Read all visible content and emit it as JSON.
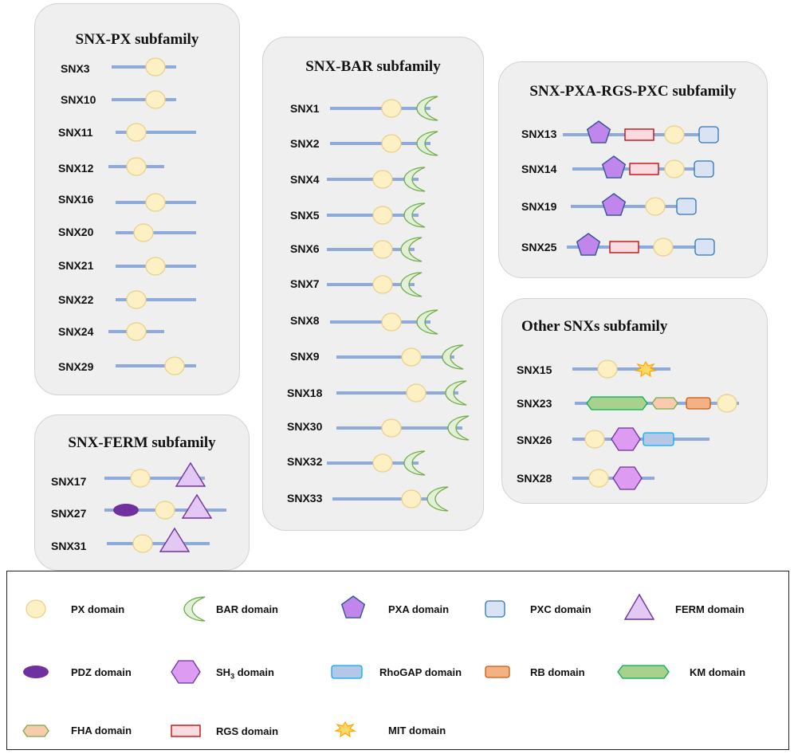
{
  "panels": {
    "px": {
      "title": "SNX-PX subfamily",
      "proteins": [
        "SNX3",
        "SNX10",
        "SNX11",
        "SNX12",
        "SNX16",
        "SNX20",
        "SNX21",
        "SNX22",
        "SNX24",
        "SNX29"
      ]
    },
    "ferm": {
      "title": "SNX-FERM subfamily",
      "proteins": [
        "SNX17",
        "SNX27",
        "SNX31"
      ]
    },
    "bar": {
      "title": "SNX-BAR subfamily",
      "proteins": [
        "SNX1",
        "SNX2",
        "SNX4",
        "SNX5",
        "SNX6",
        "SNX7",
        "SNX8",
        "SNX9",
        "SNX18",
        "SNX30",
        "SNX32",
        "SNX33"
      ]
    },
    "pxa": {
      "title": "SNX-PXA-RGS-PXC subfamily",
      "proteins": [
        "SNX13",
        "SNX14",
        "SNX19",
        "SNX25"
      ]
    },
    "other": {
      "title": "Other SNXs subfamily",
      "proteins": [
        "SNX15",
        "SNX23",
        "SNX26",
        "SNX28"
      ]
    }
  },
  "legend": {
    "items": [
      {
        "label": "PX domain",
        "icon": "px-domain-icon"
      },
      {
        "label": "BAR domain",
        "icon": "bar-domain-icon"
      },
      {
        "label": "PXA domain",
        "icon": "pxa-domain-icon"
      },
      {
        "label": "PXC domain",
        "icon": "pxc-domain-icon"
      },
      {
        "label": "FERM domain",
        "icon": "ferm-domain-icon"
      },
      {
        "label": "PDZ domain",
        "icon": "pdz-domain-icon"
      },
      {
        "label": "SH3 domain",
        "icon": "sh3-domain-icon"
      },
      {
        "label": "RhoGAP domain",
        "icon": "rhogap-domain-icon"
      },
      {
        "label": "RB domain",
        "icon": "rb-domain-icon"
      },
      {
        "label": "KM domain",
        "icon": "km-domain-icon"
      },
      {
        "label": "FHA domain",
        "icon": "fha-domain-icon"
      },
      {
        "label": "RGS domain",
        "icon": "rgs-domain-icon"
      },
      {
        "label": "MIT domain",
        "icon": "mit-domain-icon"
      }
    ]
  },
  "colors": {
    "line": "#8eaadb",
    "px_fill": "#fdf0c4",
    "px_stroke": "#e9cf84",
    "bar_fill": "#e2f0d9",
    "bar_stroke": "#70ad47",
    "pxa_fill": "#c186ec",
    "pxa_stroke": "#2f5597",
    "pxc_fill": "#dae3f3",
    "pxc_stroke": "#2e75b6",
    "ferm_fill": "#e4c8f4",
    "ferm_stroke": "#7030a0",
    "pdz_fill": "#7030a0",
    "sh3_fill": "#dd9cf2",
    "sh3_stroke": "#7030a0",
    "rhogap_fill": "#b4c7e7",
    "rhogap_stroke": "#00b0f0",
    "rb_fill": "#f4b183",
    "rb_stroke": "#c55a11",
    "km_fill": "#a9d18e",
    "km_stroke": "#00b050",
    "fha_fill": "#f8cbad",
    "fha_stroke": "#70ad47",
    "rgs_fill": "#fadbe0",
    "rgs_stroke": "#c00000",
    "mit_fill": "#ffd966",
    "mit_stroke": "#ffa500"
  }
}
